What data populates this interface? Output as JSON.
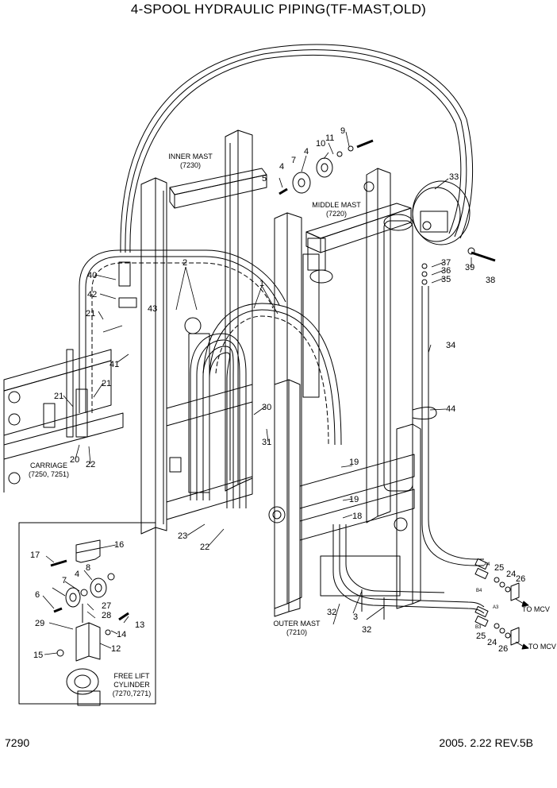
{
  "title": "4-SPOOL HYDRAULIC PIPING(TF-MAST,OLD)",
  "assemblies": {
    "inner_mast": {
      "name": "INNER MAST",
      "code": "(7230)"
    },
    "middle_mast": {
      "name": "MIDDLE MAST",
      "code": "(7220)"
    },
    "outer_mast": {
      "name": "OUTER MAST",
      "code": "(7210)"
    },
    "carriage": {
      "name": "CARRIAGE",
      "code": "(7250, 7251)"
    },
    "free_lift": {
      "line1": "FREE LIFT",
      "line2": "CYLINDER",
      "code": "(7270,7271)"
    }
  },
  "destinations": [
    "TO MCV",
    "TO MCV"
  ],
  "port_labels": [
    "A4",
    "B4",
    "A3",
    "B3"
  ],
  "callouts": [
    "1",
    "2",
    "3",
    "4",
    "4",
    "4",
    "5",
    "6",
    "7",
    "7",
    "8",
    "9",
    "10",
    "11",
    "12",
    "13",
    "14",
    "15",
    "16",
    "17",
    "18",
    "19",
    "19",
    "20",
    "21",
    "21",
    "21",
    "22",
    "22",
    "23",
    "24",
    "24",
    "25",
    "25",
    "26",
    "26",
    "27",
    "28",
    "29",
    "30",
    "31",
    "32",
    "32",
    "33",
    "34",
    "35",
    "36",
    "37",
    "38",
    "39",
    "40",
    "41",
    "42",
    "43",
    "44"
  ],
  "footer": {
    "page_number": "7290",
    "date_rev": "2005. 2.22  REV.5B"
  }
}
